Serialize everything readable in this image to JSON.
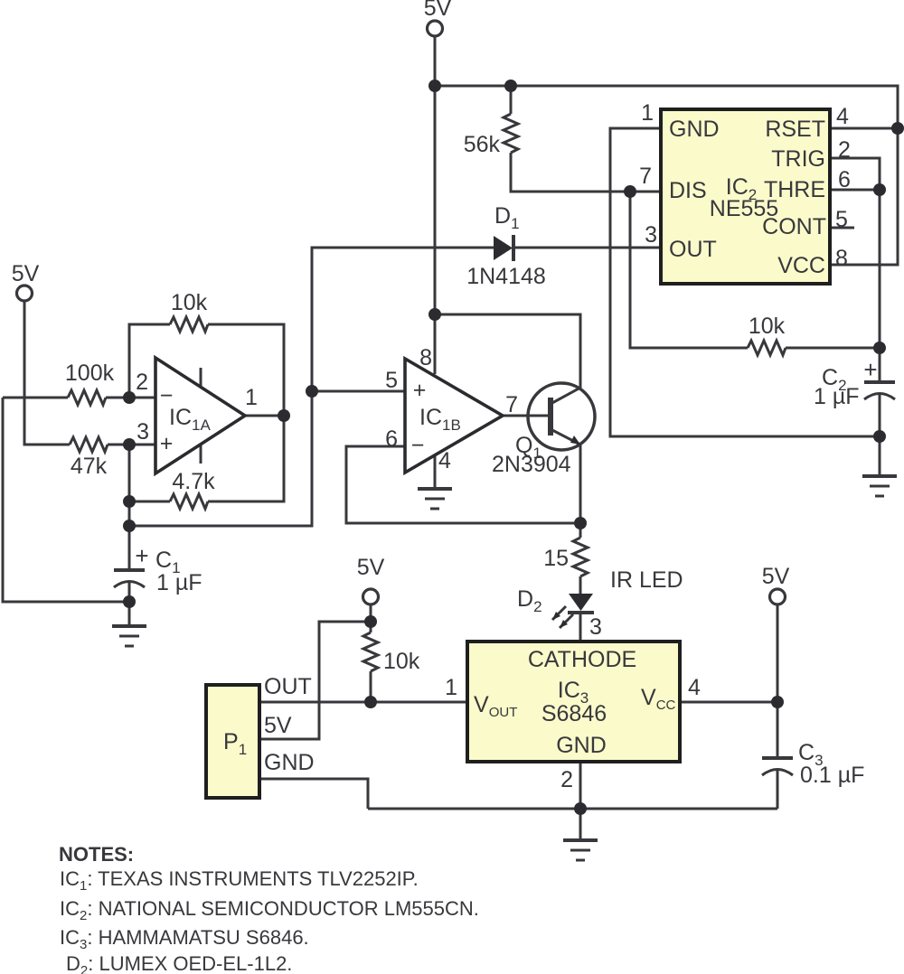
{
  "colors": {
    "background": "#ffffff",
    "wire": "#38383c",
    "component_fill": "#fafacb",
    "component_border": "#1f1f1f",
    "text": "#38383c"
  },
  "power": {
    "top": "5V",
    "opamp": "5V",
    "pullup": "5V",
    "sensor": "5V"
  },
  "resistors": {
    "r56k": "56k",
    "r10k_timer": "10k",
    "r100k": "100k",
    "r47k": "47k",
    "r10k_feedback": "10k",
    "r4_7k": "4.7k",
    "r15": "15",
    "r10k_pullup": "10k"
  },
  "capacitors": {
    "c1": {
      "ref": "C",
      "sub": "1",
      "value": "1 µF",
      "plus": "+"
    },
    "c2": {
      "ref": "C",
      "sub": "2",
      "value": "1 µF",
      "plus": "+"
    },
    "c3": {
      "ref": "C",
      "sub": "3",
      "value": "0.1 µF"
    }
  },
  "diodes": {
    "d1": {
      "ref": "D",
      "sub": "1",
      "part": "1N4148"
    },
    "d2": {
      "ref": "D",
      "sub": "2",
      "label": "IR LED"
    }
  },
  "q1": {
    "ref": "Q",
    "sub": "1",
    "part": "2N3904"
  },
  "ic1a": {
    "ref": "IC",
    "sub": "1A",
    "plus": "+",
    "minus": "−",
    "pin_inverting": "2",
    "pin_noninverting": "3",
    "pin_output": "1"
  },
  "ic1b": {
    "ref": "IC",
    "sub": "1B",
    "plus": "+",
    "minus": "−",
    "pin_noninverting": "5",
    "pin_inverting": "6",
    "pin_output": "7",
    "pin_vplus": "8",
    "pin_vminus": "4"
  },
  "ic2": {
    "ref": "IC",
    "sub": "2",
    "part": "NE555",
    "pin_gnd": "GND",
    "pin_rset": "RSET",
    "pin_trig": "TRIG",
    "pin_dis": "DIS",
    "pin_thre": "THRE",
    "pin_cont": "CONT",
    "pin_out": "OUT",
    "pin_vcc": "VCC",
    "num_gnd": "1",
    "num_rset": "4",
    "num_trig": "2",
    "num_dis": "7",
    "num_thre": "6",
    "num_cont": "5",
    "num_out": "3",
    "num_vcc": "8"
  },
  "ic3": {
    "ref": "IC",
    "sub": "3",
    "part": "S6846",
    "pin_cathode": "CATHODE",
    "pin_vout_ref": "V",
    "pin_vout_sub": "OUT",
    "pin_vcc_ref": "V",
    "pin_vcc_sub": "CC",
    "pin_gnd": "GND",
    "num_vout": "1",
    "num_gnd": "2",
    "num_cathode": "3",
    "num_vcc": "4"
  },
  "p1": {
    "ref": "P",
    "sub": "1",
    "pin_out": "OUT",
    "pin_5v": "5V",
    "pin_gnd": "GND"
  },
  "notes": {
    "title": "NOTES:",
    "items": [
      {
        "ref": "IC",
        "sub": "1",
        "text": ": TEXAS INSTRUMENTS TLV2252IP."
      },
      {
        "ref": "IC",
        "sub": "2",
        "text": ": NATIONAL SEMICONDUCTOR LM555CN."
      },
      {
        "ref": "IC",
        "sub": "3",
        "text": ": HAMMAMATSU S6846."
      },
      {
        "ref": "D",
        "sub": "2",
        "text": ": LUMEX OED-EL-1L2."
      }
    ]
  }
}
